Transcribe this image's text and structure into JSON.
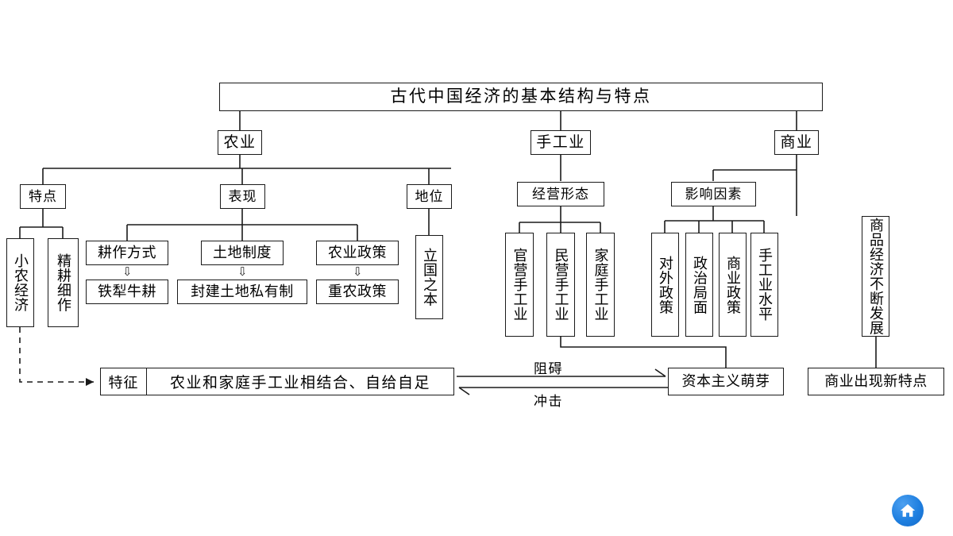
{
  "diagram": {
    "title": "古代中国经济的基本结构与特点",
    "branches": {
      "agriculture": "农业",
      "handicraft": "手工业",
      "commerce": "商业"
    },
    "agriculture": {
      "features_label": "特点",
      "manifestation_label": "表现",
      "status_label": "地位",
      "feature_items": [
        "小农经济",
        "精耕细作"
      ],
      "manifestation_pairs": [
        {
          "top": "耕作方式",
          "arrow": "⇩",
          "bottom": "铁犁牛耕"
        },
        {
          "top": "土地制度",
          "arrow": "⇩",
          "bottom": "封建土地私有制"
        },
        {
          "top": "农业政策",
          "arrow": "⇩",
          "bottom": "重农政策"
        }
      ],
      "status_item": "立国之本"
    },
    "handicraft": {
      "mode_label": "经营形态",
      "mode_items": [
        "官营手工业",
        "民营手工业",
        "家庭手工业"
      ]
    },
    "commerce": {
      "factors_label": "影响因素",
      "factor_items": [
        "对外政策",
        "政治局面",
        "商业政策",
        "手工业水平"
      ],
      "growth_item": "商品经济不断发展"
    },
    "bottom": {
      "feature_key": "特征",
      "feature_value": "农业和家庭手工业相结合、自给自足",
      "capitalism": "资本主义萌芽",
      "commerce_new": "商业出现新特点",
      "arrow_top_label": "阻碍",
      "arrow_bottom_label": "冲击"
    },
    "colors": {
      "line": "#1a1a1a",
      "text": "#000000",
      "background": "#ffffff",
      "home_button": "#1e7fe0"
    }
  },
  "home_button": {
    "icon": "home-icon"
  }
}
